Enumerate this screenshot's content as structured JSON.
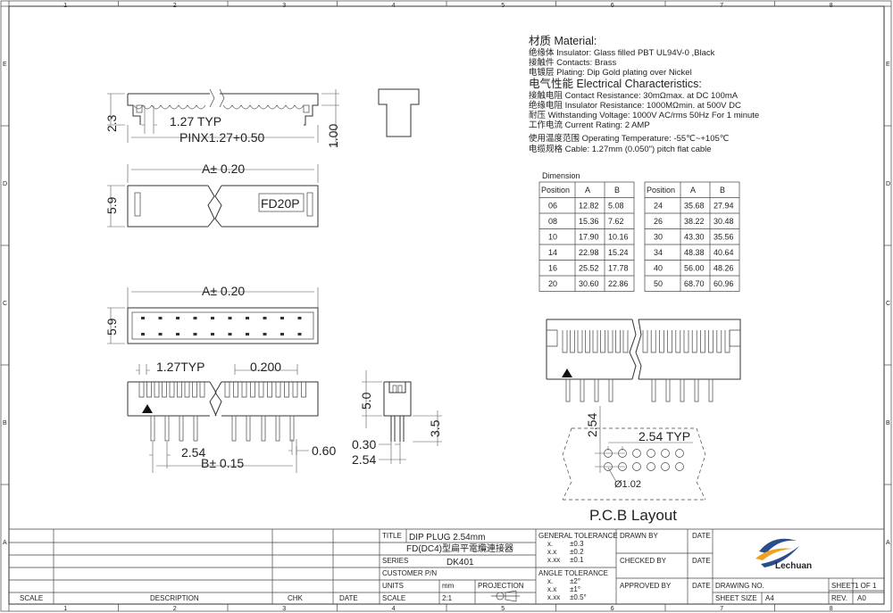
{
  "grid": {
    "columns": [
      "1",
      "2",
      "3",
      "4",
      "5",
      "6",
      "7",
      "8"
    ],
    "rows": [
      "E",
      "D",
      "C",
      "B",
      "A"
    ]
  },
  "specs": {
    "material_heading": "材质 Material:",
    "material": [
      "绝缘体 Insulator: Glass filled PBT UL94V-0 ,Black",
      "接触件 Contacts: Brass",
      "电镀层 Plating: Dip Gold plating over Nickel"
    ],
    "electrical_heading": "电气性能 Electrical Characteristics:",
    "electrical": [
      "接触电阻 Contact Resistance: 30mΩmax. at DC 100mA",
      "绝缘电阻 Insulator Resistance: 1000MΩmin. at 500V DC",
      "耐压 Withstanding Voltage: 1000V AC/rms 50Hz For 1 minute",
      "工作电流 Current Rating: 2 AMP",
      "使用温度范围 Operating Temperature: -55℃~+105℃",
      "电缆规格 Cable: 1.27mm (0.050\") pitch flat cable"
    ]
  },
  "dimension_table": {
    "caption": "Dimension",
    "headers": [
      "Position",
      "A",
      "B"
    ],
    "left": [
      [
        "06",
        "12.82",
        "5.08"
      ],
      [
        "08",
        "15.36",
        "7.62"
      ],
      [
        "10",
        "17.90",
        "10.16"
      ],
      [
        "14",
        "22.98",
        "15.24"
      ],
      [
        "16",
        "25.52",
        "17.78"
      ],
      [
        "20",
        "30.60",
        "22.86"
      ]
    ],
    "right": [
      [
        "24",
        "35.68",
        "27.94"
      ],
      [
        "26",
        "38.22",
        "30.48"
      ],
      [
        "30",
        "43.30",
        "35.56"
      ],
      [
        "34",
        "48.38",
        "40.64"
      ],
      [
        "40",
        "56.00",
        "48.26"
      ],
      [
        "50",
        "68.70",
        "60.96"
      ]
    ]
  },
  "dims": {
    "d_2_3": "2.3",
    "d_1_27_typ": "1.27 TYP",
    "d_pinx": "PINX1.27+0.50",
    "d_1_00": "1.00",
    "d_a_020": "A± 0.20",
    "d_5_9": "5.9",
    "part_label": "FD20P",
    "d_a_020_b": "A± 0.20",
    "d_5_9_b": "5.9",
    "d_1_27typ": "1.27TYP",
    "d_0_200": "0.200",
    "d_2_54": "2.54",
    "d_0_60": "0.60",
    "d_b_015": "B± 0.15",
    "d_5_0": "5.0",
    "d_3_5": "3.5",
    "d_0_30": "0.30",
    "d_2_54_b": "2.54",
    "pcb_2_54": "2.54",
    "pcb_2_54_typ": "2.54 TYP",
    "pcb_hole": "Ø1.02",
    "pcb_title": "P.C.B Layout"
  },
  "title_block": {
    "title_label": "TITLE",
    "title_line1": "DIP PLUG  2.54mm",
    "title_line2": "FD(DC4)型扁平電纜連接器",
    "series_label": "SERIES",
    "series_value": "DK401",
    "customer_label": "CUSTOMER P/N",
    "units_label": "UNITS",
    "units_value": "mm",
    "scale_label": "SCALE",
    "scale_value": "2:1",
    "projection_label": "PROJECTION",
    "gen_tol_label": "GENERAL TOLERANCE",
    "gen_tol": [
      [
        "x.",
        "±0.3"
      ],
      [
        "x.x",
        "±0.2"
      ],
      [
        "x.xx",
        "±0.1"
      ]
    ],
    "ang_tol_label": "ANGLE TOLERANCE",
    "ang_tol": [
      [
        "x.",
        "±2°"
      ],
      [
        "x.x",
        "±1°"
      ],
      [
        "x.xx",
        "±0.5°"
      ]
    ],
    "drawn_by": "DRAWN BY",
    "checked_by": "CHECKED BY",
    "approved_by": "APPROVED BY",
    "date_label": "DATE",
    "drawing_no": "DRAWING NO.",
    "sheet_label": "SHEET",
    "sheet_value": "1 OF 1",
    "sheet_size_label": "SHEET SIZE",
    "sheet_size_value": "A4",
    "rev_label": "REV.",
    "rev_value": "A0",
    "logo_text": "Lechuan",
    "rev_scale": "SCALE",
    "rev_desc": "DESCRIPTION",
    "rev_chk": "CHK",
    "rev_date": "DATE"
  },
  "colors": {
    "logo_blue": "#2a4e8c",
    "logo_orange": "#f0a020"
  }
}
